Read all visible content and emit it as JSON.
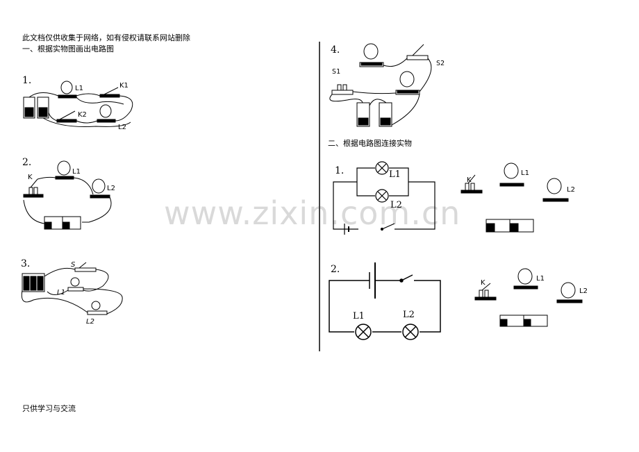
{
  "header": {
    "notice": "此文档仅供收集于网络，如有侵权请联系网站删除",
    "section1_title": "一、根据实物图画出电路图",
    "section2_title": "二、根据电路图连接实物"
  },
  "footer": {
    "text": "只供学习与交流"
  },
  "watermark": "www.zixin.com.cn",
  "section1": {
    "q1": {
      "number": "1.",
      "labels": {
        "l1": "L1",
        "k1": "K1",
        "k2": "K2",
        "l2": "L2"
      }
    },
    "q2": {
      "number": "2.",
      "labels": {
        "k": "K",
        "l1": "L1",
        "l2": "L2"
      }
    },
    "q3": {
      "number": "3.",
      "labels": {
        "s": "S",
        "l1": "L1",
        "l2": "L2"
      }
    },
    "q4": {
      "number": "4.",
      "labels": {
        "s1": "S1",
        "s2": "S2"
      }
    }
  },
  "section2": {
    "q1": {
      "number": "1.",
      "labels": {
        "l1": "L1",
        "l2": "L2",
        "k": "K",
        "l1_obj": "L1",
        "l2_obj": "L2"
      }
    },
    "q2": {
      "number": "2.",
      "labels": {
        "l1": "L1",
        "l2": "L2",
        "k": "K",
        "l1_obj": "L1",
        "l2_obj": "L2"
      }
    }
  }
}
